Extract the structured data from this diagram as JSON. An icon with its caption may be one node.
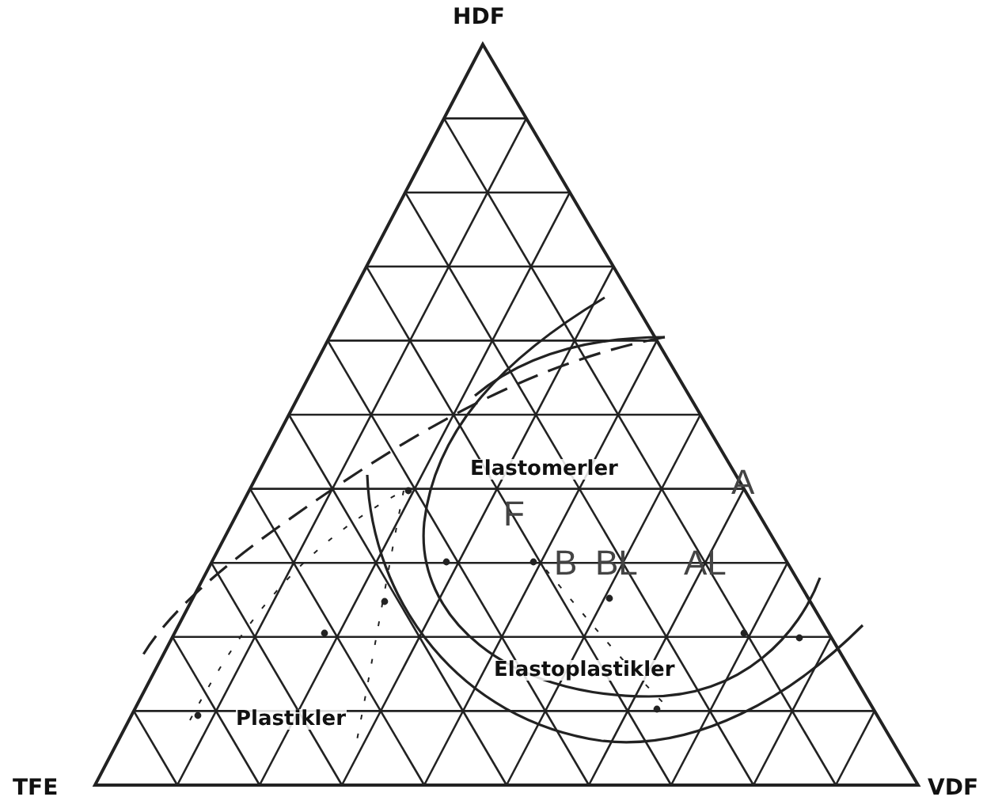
{
  "diagram": {
    "labels": [
      "HDF",
      "Elastomerler",
      "A",
      "F",
      "B",
      "BL",
      "AL",
      "Elastoplastikler",
      "Plastikler",
      "TFE",
      "VDF"
    ]
  }
}
